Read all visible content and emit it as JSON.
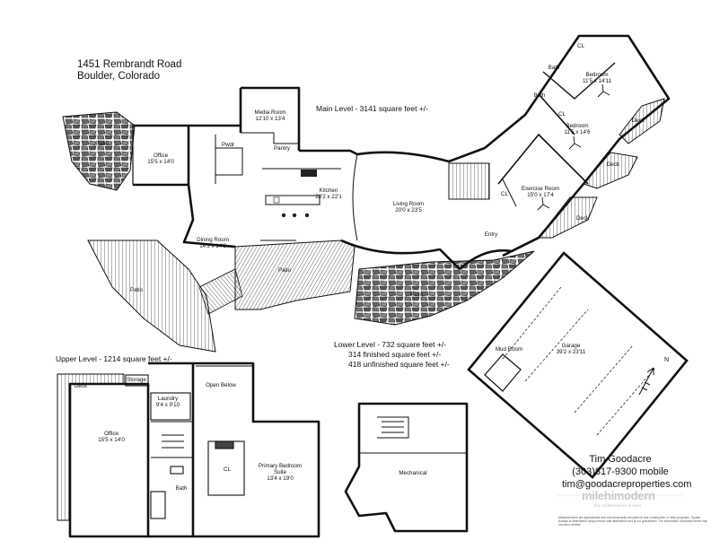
{
  "property": {
    "street": "1451 Rembrandt Road",
    "city": "Boulder, Colorado"
  },
  "levels": {
    "main": "Main Level - 3141 square feet +/-",
    "upper": "Upper Level - 1214 square feet +/-",
    "lower": "Lower Level - 732 square feet +/-",
    "lower_finished": "314 finished square feet +/-",
    "lower_unfinished": "418 unfinished square feet +/-"
  },
  "rooms": {
    "media": {
      "name": "Media Room",
      "dim": "12'10 x 13'4"
    },
    "office_main": {
      "name": "Office",
      "dim": "15'5 x 14'0"
    },
    "pwdr": {
      "name": "Pwdr",
      "dim": ""
    },
    "pantry": {
      "name": "Pantry",
      "dim": ""
    },
    "kitchen": {
      "name": "Kitchen",
      "dim": "28'2 x 22'1"
    },
    "dining": {
      "name": "Dining Room",
      "dim": "14'3 x 14'3"
    },
    "living": {
      "name": "Living Room",
      "dim": "20'0 x 23'5"
    },
    "entry": {
      "name": "Entry",
      "dim": ""
    },
    "exercise": {
      "name": "Exercise Room",
      "dim": "15'0 x 17'4"
    },
    "bedroom1": {
      "name": "Bedroom",
      "dim": "11'5 x 14'11"
    },
    "bedroom2": {
      "name": "Bedroom",
      "dim": "11'5 x 14'6"
    },
    "bath1": {
      "name": "Bath",
      "dim": ""
    },
    "bath2": {
      "name": "Bath",
      "dim": ""
    },
    "cl1": {
      "name": "CL",
      "dim": ""
    },
    "cl2": {
      "name": "CL",
      "dim": ""
    },
    "cl3": {
      "name": "CL",
      "dim": ""
    },
    "deck1": {
      "name": "Deck",
      "dim": ""
    },
    "deck2": {
      "name": "Deck",
      "dim": ""
    },
    "deck3": {
      "name": "Deck",
      "dim": ""
    },
    "patio_nw": {
      "name": "Patio",
      "dim": ""
    },
    "patio_w": {
      "name": "Patio",
      "dim": ""
    },
    "patio_c": {
      "name": "Patio",
      "dim": ""
    },
    "patio_s": {
      "name": "Patio",
      "dim": ""
    },
    "mudroom": {
      "name": "Mud Room",
      "dim": ""
    },
    "garage": {
      "name": "Garage",
      "dim": "39'2 x 23'11"
    },
    "deck_up": {
      "name": "Deck",
      "dim": ""
    },
    "storage": {
      "name": "Storage",
      "dim": ""
    },
    "laundry": {
      "name": "Laundry",
      "dim": "9'4 x 9'10"
    },
    "open_below": {
      "name": "Open Below",
      "dim": ""
    },
    "office_up": {
      "name": "Office",
      "dim": "15'5 x 14'0"
    },
    "primary": {
      "name": "Primary Bedroom",
      "dim": "Suite"
    },
    "primary_dim": {
      "name": "13'4 x 19'0",
      "dim": ""
    },
    "cl_up": {
      "name": "CL",
      "dim": ""
    },
    "bath_up": {
      "name": "Bath",
      "dim": ""
    },
    "mechanical": {
      "name": "Mechanical",
      "dim": ""
    }
  },
  "compass": "N",
  "agent": {
    "name": "Tim Goodacre",
    "phone": "(303)817-9300 mobile",
    "email": "tim@goodacreproperties.com"
  },
  "brand": {
    "name": "milehimodern",
    "tagline": "the coolest homes in town"
  },
  "disclaimer": "Measurements are approximate and not necessarily accurate for any construction or other purposes. Square footage is determined using exterior wall dimensions and is not guaranteed. The information contained herein has not been verified.",
  "colors": {
    "wall": "#111111",
    "patio_stone": "#4a4a4a",
    "brand_gray": "#c9c9c9"
  }
}
